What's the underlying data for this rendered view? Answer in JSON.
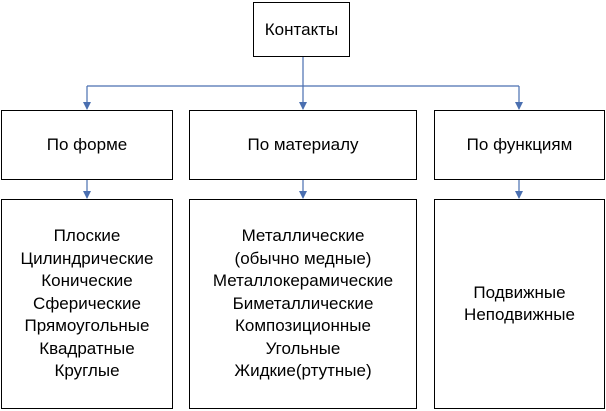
{
  "colors": {
    "connector": "#4a6fb0",
    "border": "#000000",
    "background": "#ffffff"
  },
  "root": {
    "label": "Контакты"
  },
  "categories": [
    {
      "label": "По форме",
      "items": [
        "Плоские",
        "Цилиндрические",
        "Конические",
        "Сферические",
        "Прямоугольные",
        "Квадратные",
        "Круглые"
      ]
    },
    {
      "label": "По материалу",
      "items": [
        "Металлические",
        "(обычно медные)",
        "Металлокерамические",
        "Биметаллические",
        "Композиционные",
        "Угольные",
        "Жидкие(ртутные)"
      ]
    },
    {
      "label": "По функциям",
      "items": [
        "Подвижные",
        "Неподвижные"
      ]
    }
  ]
}
